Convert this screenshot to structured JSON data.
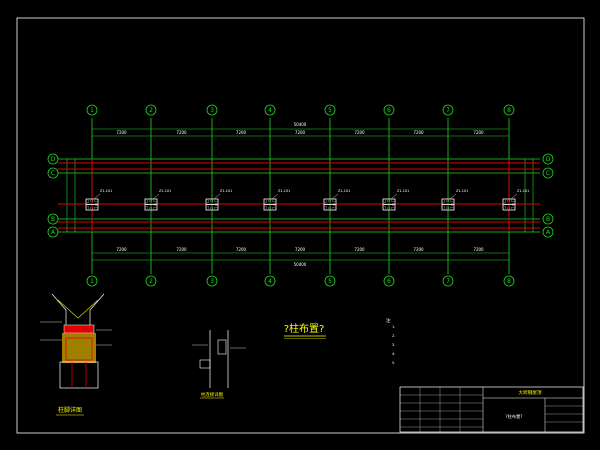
{
  "colors": {
    "background": "#000000",
    "frame": "#ffffff",
    "grid_axis": "#1fd81f",
    "beam": "#e00000",
    "column": "#ffffff",
    "dimension_text": "#ffffff",
    "title_text": "#ffff00",
    "note_text": "#ffffff"
  },
  "axes": {
    "vertical_labels": [
      "1",
      "2",
      "3",
      "4",
      "5",
      "6",
      "7",
      "8"
    ],
    "horizontal_labels": [
      "A",
      "B",
      "C",
      "D"
    ]
  },
  "plan": {
    "title": "?柱布置?",
    "column_tags": [
      "Z1-1X1",
      "Z1-1X1",
      "Z1-1X1",
      "Z1-1X1",
      "Z1-1X1",
      "Z1-1X1",
      "Z1-1X1",
      "Z1-1X1"
    ]
  },
  "details": {
    "left_caption": "柱脚详图",
    "middle_caption": "柱连接详图"
  },
  "notes": {
    "title": "注",
    "items": [
      "1.",
      "2.",
      "3.",
      "4.",
      "5."
    ]
  },
  "title_block": {
    "project": "大跨钢屋顶",
    "drawing": "?柱布置?"
  },
  "icons": [
    "axis-bubble-icon",
    "column-section-icon"
  ]
}
